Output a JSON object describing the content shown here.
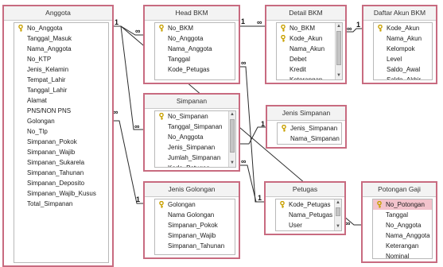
{
  "relationship_symbols": {
    "one": "1",
    "many": "∞"
  },
  "tables": {
    "anggota": {
      "title": "Anggota",
      "fields": [
        "No_Anggota",
        "Tanggal_Masuk",
        "Nama_Anggota",
        "No_KTP",
        "Jenis_Kelamin",
        "Tempat_Lahir",
        "Tanggal_Lahir",
        "Alamat",
        "PNS/NON PNS",
        "Golongan",
        "No_Tlp",
        "Simpanan_Pokok",
        "Simpanan_Wajib",
        "Simpanan_Sukarela",
        "Simpanan_Tahunan",
        "Simpanan_Deposito",
        "Simpanan_Wajib_Kusus",
        "Total_Simpanan"
      ],
      "key_fields": [
        "No_Anggota"
      ]
    },
    "head_bkm": {
      "title": "Head BKM",
      "fields": [
        "No_BKM",
        "No_Anggota",
        "Nama_Anggota",
        "Tanggal",
        "Kode_Petugas"
      ],
      "key_fields": [
        "No_BKM"
      ]
    },
    "detail_bkm": {
      "title": "Detail BKM",
      "fields": [
        "No_BKM",
        "Kode_Akun",
        "Nama_Akun",
        "Debet",
        "Kredit",
        "Keterangan"
      ],
      "key_fields": [
        "No_BKM",
        "Kode_Akun"
      ]
    },
    "daftar_akun_bkm": {
      "title": "Daftar Akun BKM",
      "fields": [
        "Kode_Akun",
        "Nama_Akun",
        "Kelompok",
        "Level",
        "Saldo_Awal",
        "Saldo_Akhir"
      ],
      "key_fields": [
        "Kode_Akun"
      ]
    },
    "simpanan": {
      "title": "Simpanan",
      "fields": [
        "No_Simpanan",
        "Tanggal_Simpanan",
        "No_Anggota",
        "Jenis_Simpanan",
        "Jumlah_Simpanan",
        "Kode_Petugas"
      ],
      "key_fields": [
        "No_Simpanan"
      ]
    },
    "jenis_simpanan": {
      "title": "Jenis Simpanan",
      "fields": [
        "Jenis_Simpanan",
        "Nama_Simpanan"
      ],
      "key_fields": [
        "Jenis_Simpanan"
      ]
    },
    "jenis_golongan": {
      "title": "Jenis Golongan",
      "fields": [
        "Golongan",
        "Nama Golongan",
        "Simpanan_Pokok",
        "Simpanan_Wajib",
        "Simpanan_Tahunan"
      ],
      "key_fields": [
        "Golongan"
      ]
    },
    "petugas": {
      "title": "Petugas",
      "fields": [
        "Kode_Petugas",
        "Nama_Petugas",
        "User"
      ],
      "key_fields": [
        "Kode_Petugas"
      ]
    },
    "potongan_gaji": {
      "title": "Potongan Gaji",
      "fields": [
        "No_Potongan",
        "Tanggal",
        "No_Anggota",
        "Nama_Anggota",
        "Keterangan",
        "Nominal"
      ],
      "key_fields": [
        "No_Potongan"
      ],
      "selected_field": "No_Potongan"
    }
  }
}
